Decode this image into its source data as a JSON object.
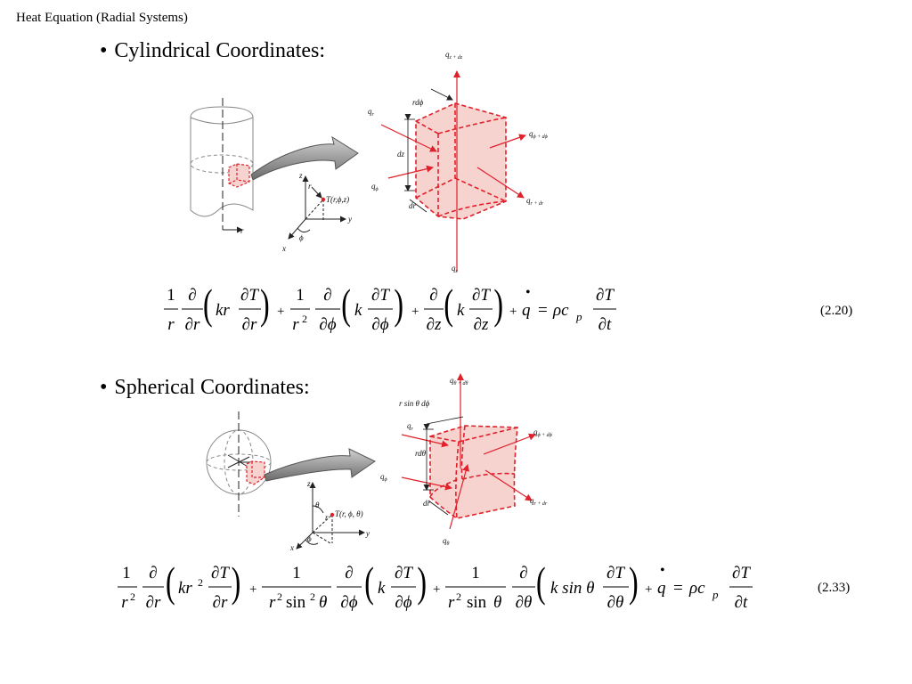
{
  "slide_title": "Heat Equation (Radial Systems)",
  "sections": [
    {
      "bullet": "Cylindrical Coordinates:",
      "equation_number": "(2.20)",
      "figure_labels": {
        "q_z_dz": "q",
        "q_z_dz_sub": "z + dz",
        "r_dphi": "rdϕ",
        "q_r": "q",
        "q_r_sub": "r",
        "q_phi_dphi": "q",
        "q_phi_dphi_sub": "ϕ + dϕ",
        "dz": "dz",
        "q_phi": "q",
        "q_phi_sub": "ϕ",
        "dr": "dr",
        "q_r_dr": "q",
        "q_r_dr_sub": "r + dr",
        "q_z": "q",
        "q_z_sub": "z",
        "axis_z": "z",
        "axis_r": "r",
        "axis_y": "y",
        "axis_x": "x",
        "axis_phi": "ϕ",
        "point": "T(r,ϕ,z)",
        "cyl_r": "r"
      }
    },
    {
      "bullet": "Spherical Coordinates:",
      "equation_number": "(2.33)",
      "figure_labels": {
        "q_theta_dtheta": "q",
        "q_theta_dtheta_sub": "θ + dθ",
        "r_sin_dphi": "r sin θ dϕ",
        "q_r": "q",
        "q_r_sub": "r",
        "r_dtheta": "rdθ",
        "q_phi_dphi": "q",
        "q_phi_dphi_sub": "ϕ + dϕ",
        "q_phi": "q",
        "q_phi_sub": "ϕ",
        "dr": "dr",
        "q_r_dr": "q",
        "q_r_dr_sub": "r + dr",
        "q_theta": "q",
        "q_theta_sub": "θ",
        "axis_z": "z",
        "axis_theta": "θ",
        "axis_r": "r",
        "axis_y": "y",
        "axis_x": "x",
        "axis_phi": "ϕ",
        "point": "T(r, ϕ, θ)"
      }
    }
  ],
  "eq_cyl": {
    "t1_num": "1",
    "t1_den": "r",
    "d_num": "∂",
    "d_r": "∂r",
    "kr": "kr",
    "dT": "∂T",
    "plus": "+",
    "t2_num": "1",
    "t2_den": "r",
    "sq": "2",
    "d_phi": "∂ϕ",
    "k": "k",
    "d_z": "∂z",
    "q": "q",
    "qdot": "•",
    "equals": "=",
    "rho_c": "ρc",
    "p": "p",
    "d_t": "∂t"
  },
  "eq_sph": {
    "one": "1",
    "r": "r",
    "sq": "2",
    "d_num": "∂",
    "d_r": "∂r",
    "kr": "kr",
    "dT": "∂T",
    "plus": "+",
    "sin": "sin",
    "theta": "θ",
    "d_phi": "∂ϕ",
    "k": "k",
    "d_theta": "∂θ",
    "ksin": "k sin θ",
    "q": "q",
    "qdot": "•",
    "equals": "=",
    "rho_c": "ρc",
    "p": "p",
    "d_t": "∂t"
  },
  "colors": {
    "red": "#e0202a",
    "fill": "#f7d3d0",
    "gray": "#8a8a8a"
  }
}
